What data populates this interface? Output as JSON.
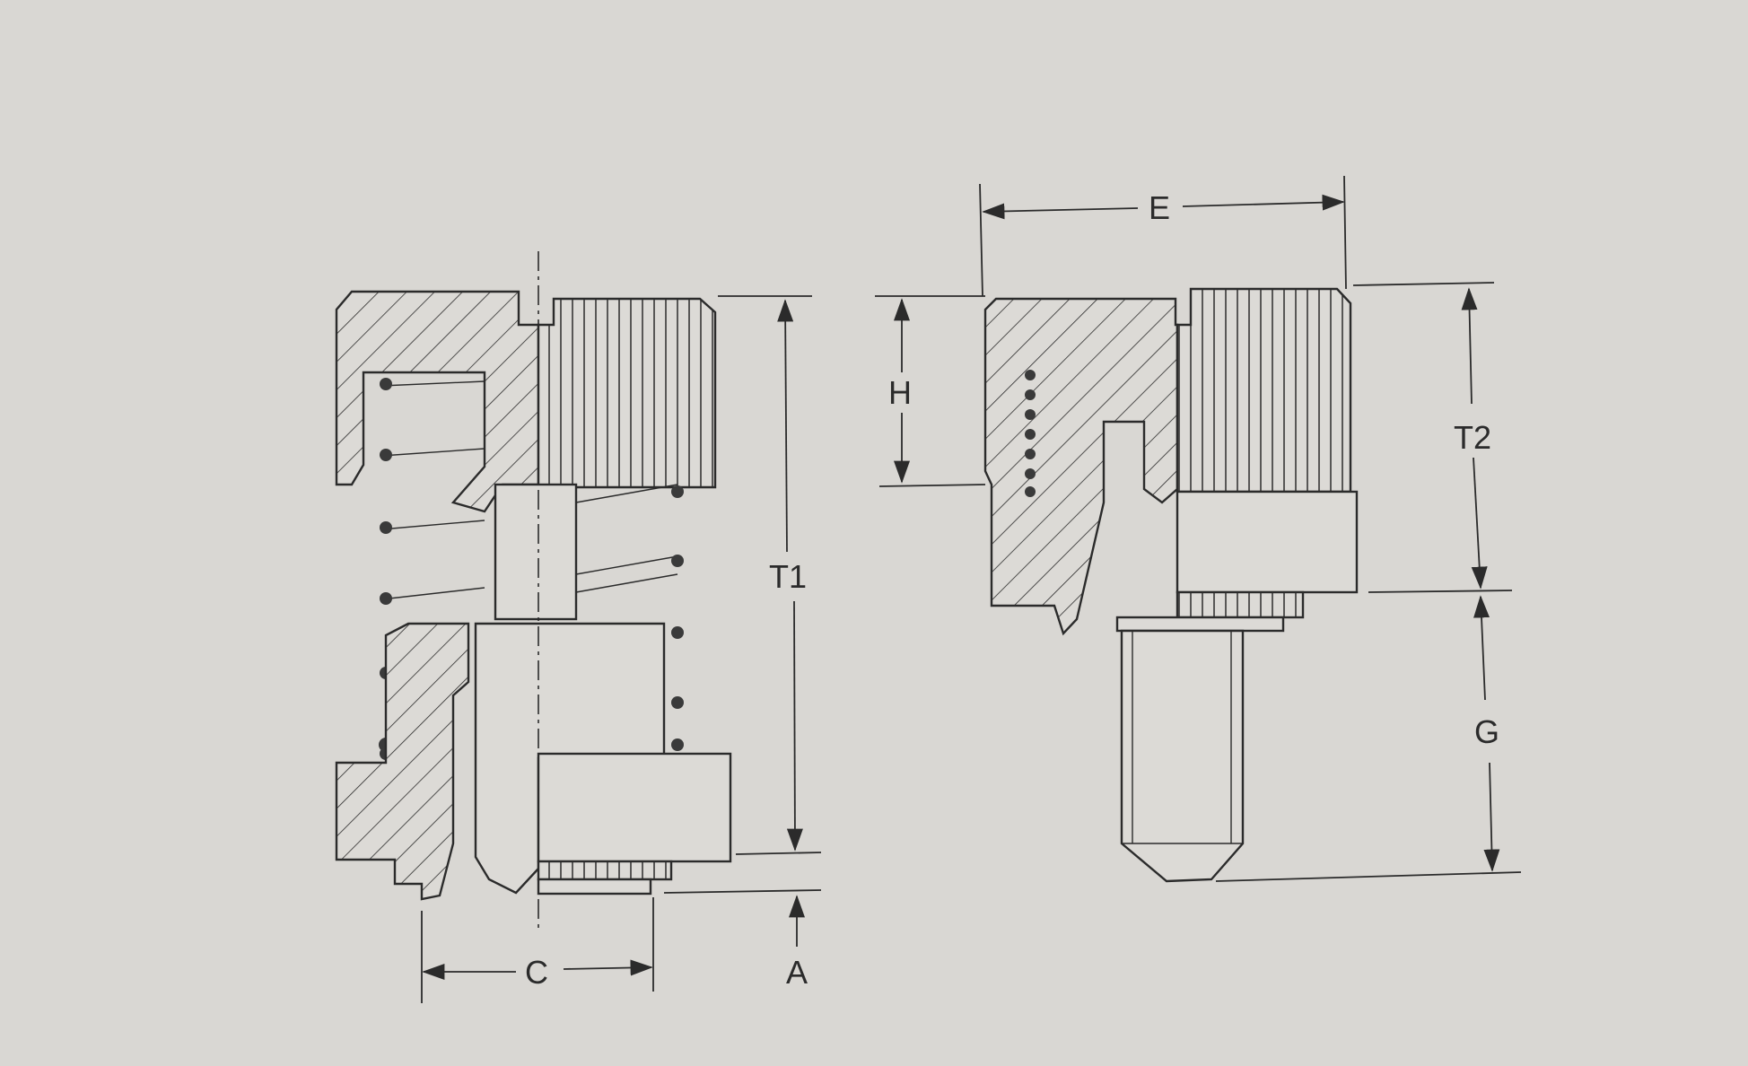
{
  "labels": {
    "c": "C",
    "a": "A",
    "t1": "T1",
    "e": "E",
    "h": "H",
    "t2": "T2",
    "g": "G"
  }
}
